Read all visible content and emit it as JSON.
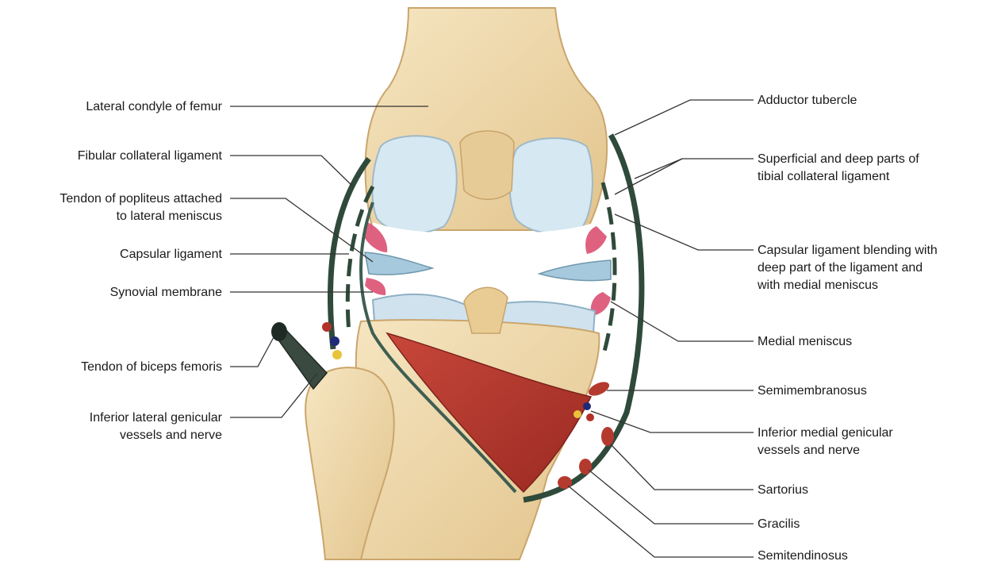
{
  "diagram": {
    "colors": {
      "bone": "#f1dcb0",
      "bone_shade": "#d9b77a",
      "cartilage": "#d6e8f2",
      "ligament": "#2f4a3a",
      "muscle": "#b53a2e",
      "meniscus_red": "#d9456a",
      "line": "#333333"
    },
    "labels_left": [
      {
        "lines": [
          "Lateral condyle of femur"
        ]
      },
      {
        "lines": [
          "Fibular collateral ligament"
        ]
      },
      {
        "lines": [
          "Tendon of popliteus attached",
          "to lateral meniscus"
        ]
      },
      {
        "lines": [
          "Capsular ligament"
        ]
      },
      {
        "lines": [
          "Synovial membrane"
        ]
      },
      {
        "lines": [
          "Tendon of biceps femoris"
        ]
      },
      {
        "lines": [
          "Inferior lateral genicular",
          "vessels and nerve"
        ]
      }
    ],
    "labels_right": [
      {
        "lines": [
          "Adductor tubercle"
        ]
      },
      {
        "lines": [
          "Superficial and deep parts of",
          "tibial collateral ligament"
        ]
      },
      {
        "lines": [
          "Capsular ligament blending with",
          "deep part of the ligament and",
          "with medial meniscus"
        ]
      },
      {
        "lines": [
          "Medial meniscus"
        ]
      },
      {
        "lines": [
          "Semimembranosus"
        ]
      },
      {
        "lines": [
          "Inferior medial genicular",
          "vessels and nerve"
        ]
      },
      {
        "lines": [
          "Sartorius"
        ]
      },
      {
        "lines": [
          "Gracilis"
        ]
      },
      {
        "lines": [
          "Semitendinosus"
        ]
      }
    ]
  }
}
